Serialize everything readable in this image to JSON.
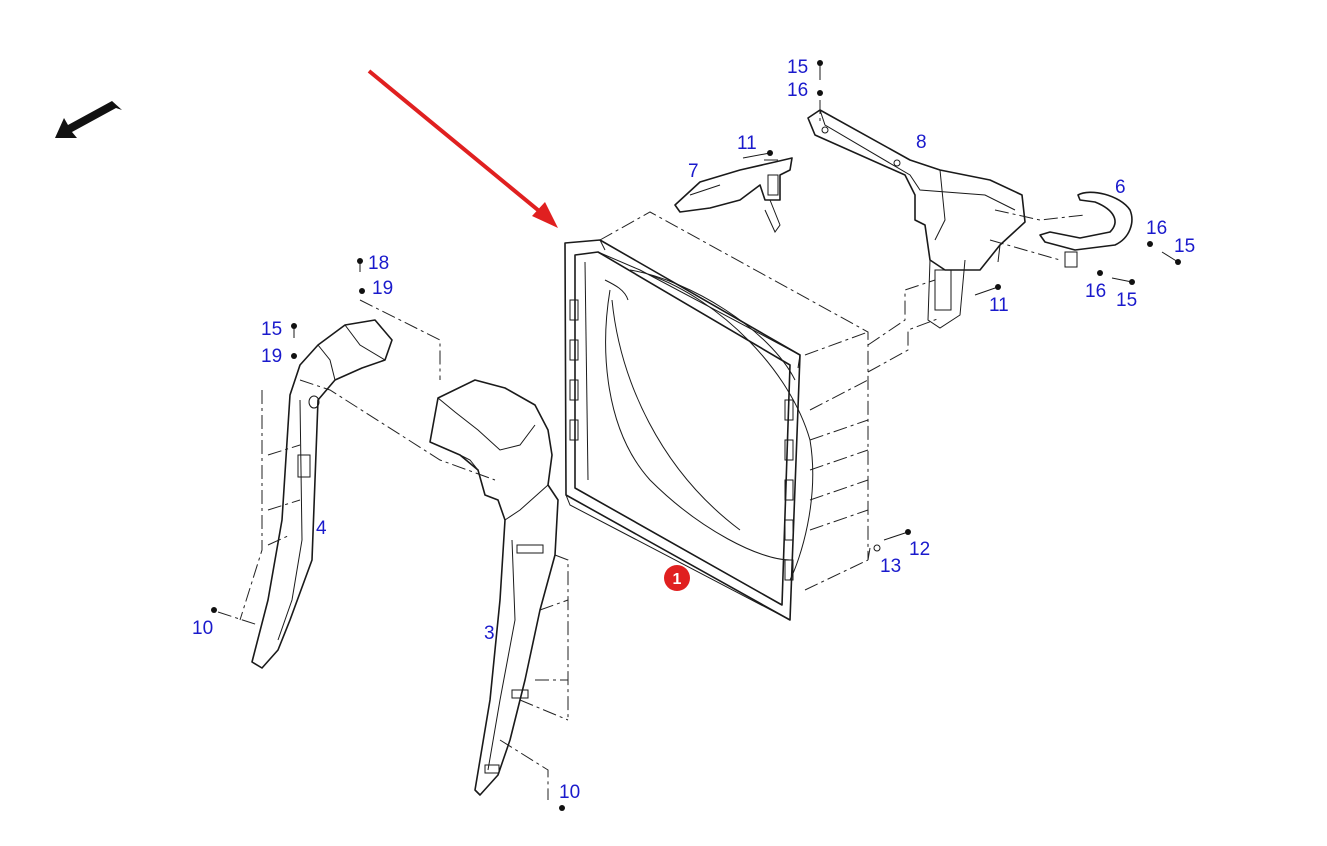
{
  "callouts": {
    "c15_top": "15",
    "c16_top": "16",
    "c11_top": "11",
    "c8": "8",
    "c7": "7",
    "c6": "6",
    "c16_right": "16",
    "c15_right": "15",
    "c16_lower": "16",
    "c15_lower": "15",
    "c11_mid": "11",
    "c18": "18",
    "c19_a": "19",
    "c15_left": "15",
    "c19_b": "19",
    "c4": "4",
    "c10_left": "10",
    "c3": "3",
    "c10_bottom": "10",
    "c12": "12",
    "c13": "13"
  },
  "highlight": {
    "badge_label": "1",
    "badge_color": "#e02020",
    "arrow_color": "#e02020"
  },
  "icons": {
    "direction": "direction-arrow-icon"
  }
}
